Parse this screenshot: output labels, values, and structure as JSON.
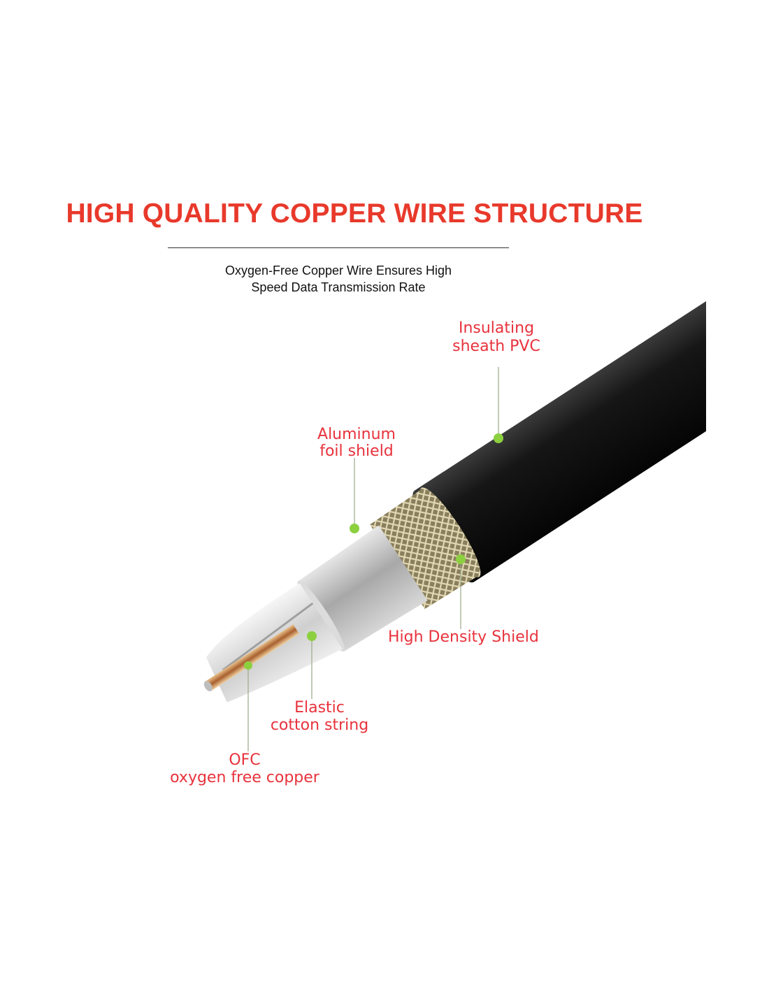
{
  "title": "HIGH QUALITY COPPER WIRE STRUCTURE",
  "subtitle": {
    "line1": "Oxygen-Free Copper Wire Ensures High",
    "line2": "Speed Data Transmission Rate"
  },
  "labels": {
    "sheath": {
      "line1": "Insulating",
      "line2": "sheath PVC"
    },
    "foil": {
      "line1": "Aluminum",
      "line2": "foil shield"
    },
    "braid": {
      "line1": "High Density Shield"
    },
    "cotton": {
      "line1": "Elastic",
      "line2": "cotton string"
    },
    "ofc": {
      "line1": "OFC",
      "line2": "oxygen free copper"
    }
  },
  "colors": {
    "title": "#e8392b",
    "label": "#e8323c",
    "dot": "#8cd040",
    "jacket": "#111111",
    "braid": "#c9bd96",
    "foil": "#b9b9b9",
    "copper": "#c98650"
  }
}
